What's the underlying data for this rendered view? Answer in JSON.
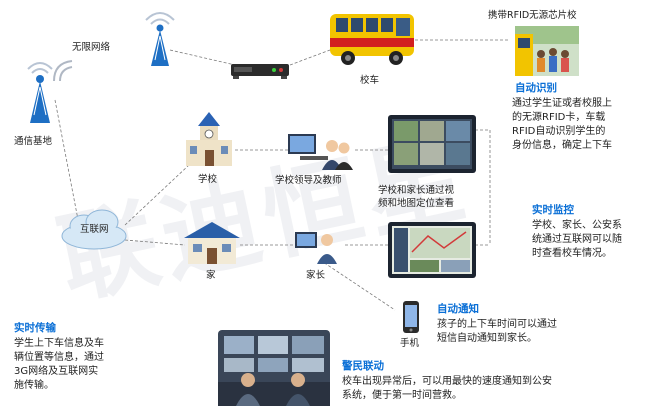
{
  "watermark": "联迪恒星",
  "nodes": {
    "wireless_network": "无限网络",
    "base_station": "通信基地",
    "bus": "校车",
    "school": "学校",
    "leaders_teachers": "学校领导及教师",
    "internet": "互联网",
    "home": "家",
    "parents": "家长",
    "mobile": "手机",
    "rfid_card": "携带RFID无源芯片校",
    "video_map": [
      "学校和家长通过视",
      "频和地图定位查看"
    ]
  },
  "sections": {
    "auto_identify": {
      "heading": "自动识别",
      "lines": [
        "通过学生证或者校服上",
        "的无源RFID卡，车载",
        "RFID自动识别学生的",
        "身份信息，确定上下车"
      ]
    },
    "realtime_monitor": {
      "heading": "实时监控",
      "lines": [
        "学校、家长、公安系",
        "统通过互联网可以随",
        "时查看校车情况。"
      ]
    },
    "auto_notify": {
      "heading": "自动通知",
      "lines": [
        "孩子的上下车时间可以通过",
        "短信自动通知到家长。"
      ]
    },
    "realtime_transmit": {
      "heading": "实时传输",
      "lines": [
        "学生上下车信息及车",
        "辆位置等信息，通过",
        "3G网络及互联网实",
        "施传输。"
      ]
    },
    "police_link": {
      "heading": "警民联动",
      "lines": [
        "校车出现异常后，可以用最快的速度通知到公安",
        "系统，便于第一时间营救。"
      ]
    }
  },
  "colors": {
    "accent_blue": "#0a6fd6",
    "bus_yellow": "#f2c400",
    "bus_red": "#d21f1f",
    "tower_blue": "#1e6fc4"
  }
}
